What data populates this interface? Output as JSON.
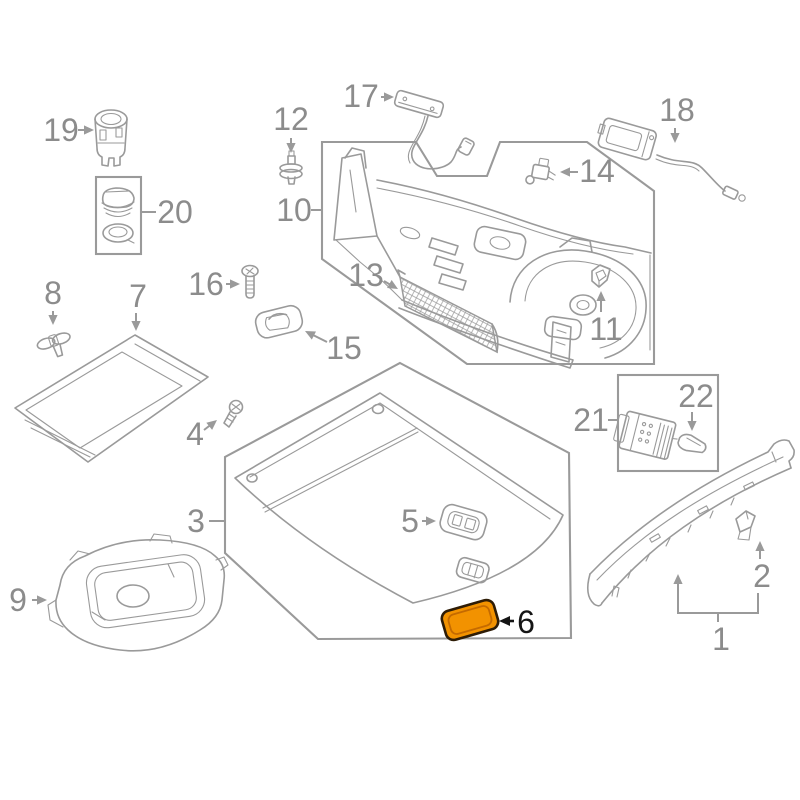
{
  "diagram": {
    "kind": "exploded-parts-diagram",
    "highlighted_part": "6",
    "colors": {
      "background": "#ffffff",
      "line": "#9a9a9a",
      "label": "#8c8c8c",
      "highlight_fill": "#f29200",
      "highlight_inner_stroke": "#c46a00",
      "highlight_dark_stroke": "#2e1c06",
      "highlight_label": "#151515"
    },
    "labels": {
      "p1": "1",
      "p2": "2",
      "p3": "3",
      "p4": "4",
      "p5": "5",
      "p6": "6",
      "p7": "7",
      "p8": "8",
      "p9": "9",
      "p10": "10",
      "p11": "11",
      "p12": "12",
      "p13": "13",
      "p14": "14",
      "p15": "15",
      "p16": "16",
      "p17": "17",
      "p18": "18",
      "p19": "19",
      "p20": "20",
      "p21": "21",
      "p22": "22"
    }
  }
}
